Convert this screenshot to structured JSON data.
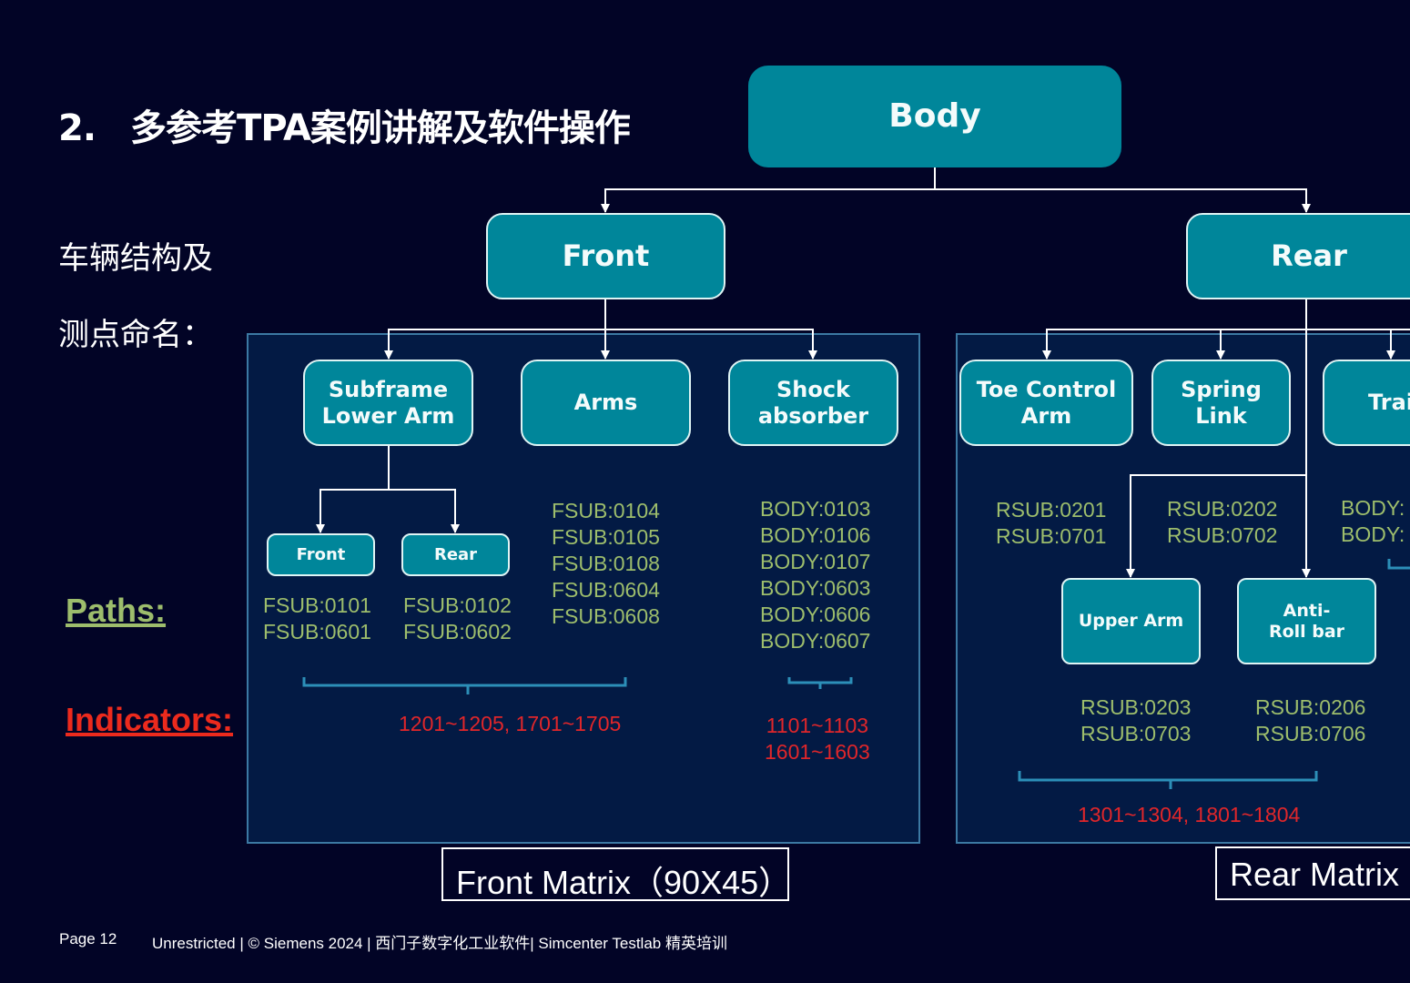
{
  "slide": {
    "title_number": "2.",
    "title": "多参考TPA案例讲解及软件操作",
    "subtitle_line1": "车辆结构及",
    "subtitle_line2": "测点命名：",
    "paths_label": "Paths:",
    "indicators_label": "Indicators:"
  },
  "tree": {
    "root": "Body",
    "front": "Front",
    "rear": "Rear",
    "front_children": {
      "subframe": "Subframe Lower Arm",
      "arms": "Arms",
      "shock": "Shock absorber"
    },
    "subframe_children": {
      "front": "Front",
      "rear": "Rear"
    },
    "rear_children": {
      "toe": "Toe Control Arm",
      "spring": "Spring Link",
      "trailing": "Trai",
      "upper": "Upper Arm",
      "antiroll": "Anti-Roll bar"
    }
  },
  "paths": {
    "subframe_front": "FSUB:0101\nFSUB:0601",
    "subframe_rear": "FSUB:0102\nFSUB:0602",
    "arms": "FSUB:0104\nFSUB:0105\nFSUB:0108\nFSUB:0604\nFSUB:0608",
    "shock": "BODY:0103\nBODY:0106\nBODY:0107\nBODY:0603\nBODY:0606\nBODY:0607",
    "toe": "RSUB:0201\nRSUB:0701",
    "spring": "RSUB:0202\nRSUB:0702",
    "trailing": "BODY:\nBODY:",
    "upper": "RSUB:0203\nRSUB:0703",
    "antiroll": "RSUB:0206\nRSUB:0706"
  },
  "indicators": {
    "front_arms": "1201~1205, 1701~1705",
    "shock": "1101~1103\n1601~1603",
    "rear_arms": "1301~1304, 1801~1804"
  },
  "matrices": {
    "front": "Front Matrix（90X45）",
    "rear": "Rear Matrix"
  },
  "footer": {
    "page": "Page 12",
    "text": "Unrestricted | © Siemens 2024 | 西门子数字化工业软件| Simcenter Testlab 精英培训"
  },
  "colors": {
    "background": "#020426",
    "node_fill": "#00869a",
    "panel_fill": "#031a44",
    "path_text": "#9dbd6c",
    "indicator_text": "#e0262a"
  }
}
